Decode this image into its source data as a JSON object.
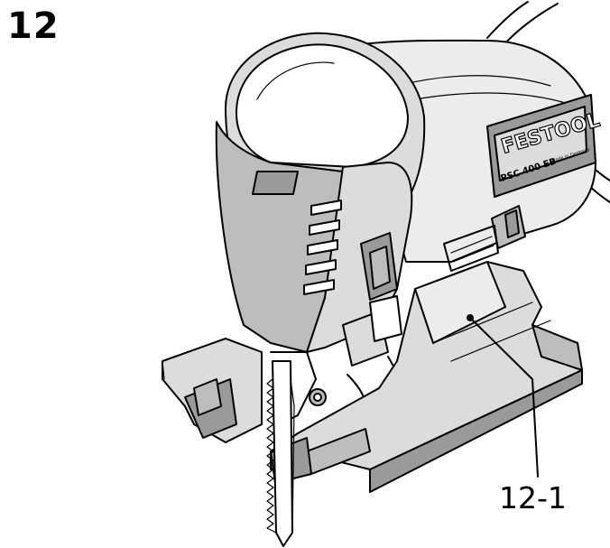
{
  "figure": {
    "number": "12",
    "callout": "12-1"
  },
  "tool_markings": {
    "brand": "FESTOOL",
    "model": "PSC 400 EB",
    "origin": "Made in Germany"
  },
  "colors": {
    "line": "#000000",
    "shade_dark": "#9a9a9a",
    "shade_mid": "#bdbdbd",
    "shade_light": "#dcdcdc"
  }
}
